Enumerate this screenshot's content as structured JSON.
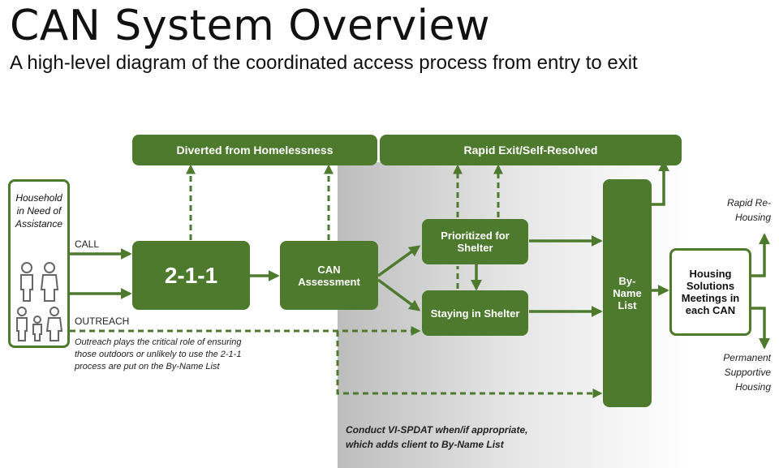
{
  "title": "CAN System Overview",
  "subtitle": "A high-level diagram of the coordinated access process from entry to exit",
  "nodes": {
    "diverted": "Diverted from Homelessness",
    "rapid_exit": "Rapid Exit/Self-Resolved",
    "household": "Household in Need of Assistance",
    "two11": "2-1-1",
    "can_assessment": "CAN Assessment",
    "prioritized": "Prioritized for Shelter",
    "staying": "Staying in Shelter",
    "by_name": "By-Name List",
    "housing_solutions": "Housing Solutions Meetings in each CAN"
  },
  "labels": {
    "call": "CALL",
    "outreach": "OUTREACH",
    "outreach_note": "Outreach plays the critical role of ensuring those outdoors or unlikely to use the 2-1-1 process are put on the By-Name List",
    "vispdat_note": "Conduct VI-SPDAT when/if appropriate, which adds client to By-Name List",
    "rapid_rehousing": "Rapid Re-Housing",
    "permanent_housing": "Permanent Supportive Housing"
  },
  "colors": {
    "green": "#4e7a2d",
    "text_dark": "#111111"
  }
}
